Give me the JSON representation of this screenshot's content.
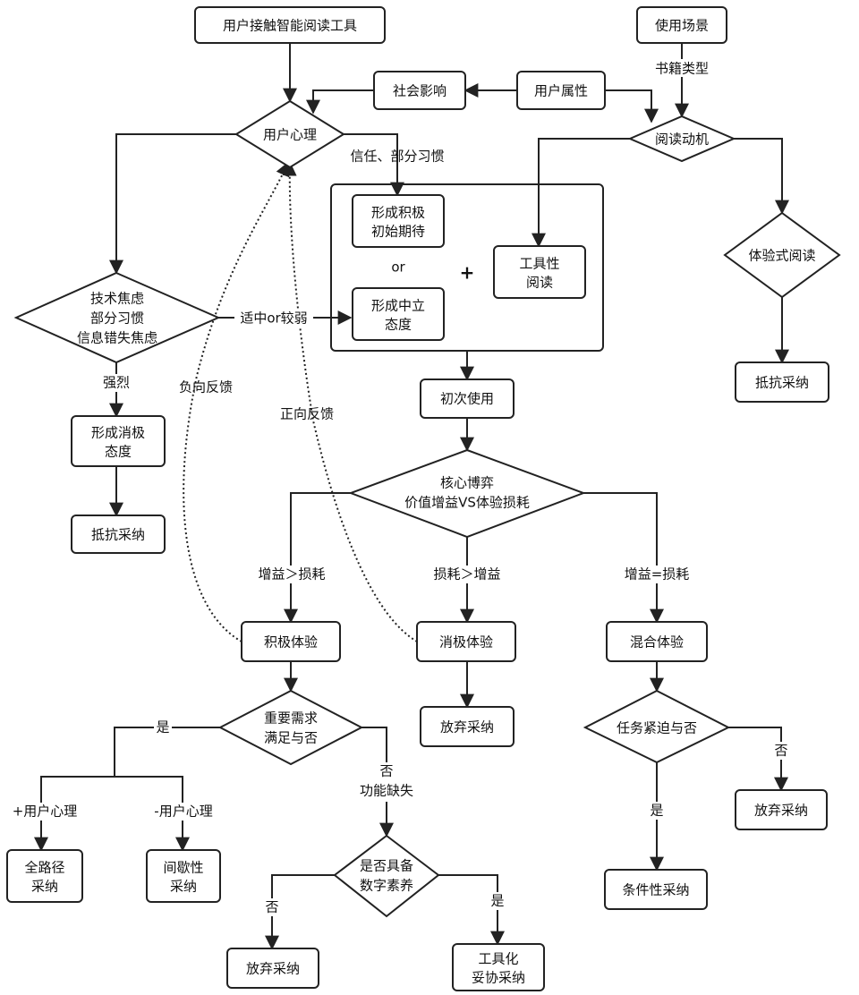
{
  "nodes": {
    "contact_tool": "用户接触智能阅读工具",
    "use_scene": "使用场景",
    "social_influence": "社会影响",
    "user_attr": "用户属性",
    "user_psych": "用户心理",
    "read_motive": "阅读动机",
    "positive_expect": [
      "形成积极",
      "初始期待"
    ],
    "tool_reading": [
      "工具性",
      "阅读"
    ],
    "neutral_attitude": [
      "形成中立",
      "态度"
    ],
    "tech_anxiety": [
      "技术焦虑",
      "部分习惯",
      "信息错失焦虑"
    ],
    "negative_attitude": [
      "形成消极",
      "态度"
    ],
    "resist_left": "抵抗采纳",
    "experiential_reading": "体验式阅读",
    "resist_right": "抵抗采纳",
    "first_use": "初次使用",
    "core_game": [
      "核心博弈",
      "价值增益VS体验损耗"
    ],
    "positive_exp": "积极体验",
    "negative_exp": "消极体验",
    "mixed_exp": "混合体验",
    "abandon_mid": "放弃采纳",
    "important_needs": [
      "重要需求",
      "满足与否"
    ],
    "task_urgent": "任务紧迫与否",
    "abandon_right": "放弃采纳",
    "full_adopt": [
      "全路径",
      "采纳"
    ],
    "intermittent_adopt": [
      "间歇性",
      "采纳"
    ],
    "digital_literacy": [
      "是否具备",
      "数字素养"
    ],
    "conditional_adopt": "条件性采纳",
    "abandon_bottom": "放弃采纳",
    "tool_compromise": [
      "工具化",
      "妥协采纳"
    ]
  },
  "labels": {
    "book_type": "书籍类型",
    "trust_habit": "信任、部分习惯",
    "or": "or",
    "plus": "+",
    "moderate_weak": "适中or较弱",
    "strong": "强烈",
    "negative_feedback": "负向反馈",
    "positive_feedback": "正向反馈",
    "gain_gt_loss": "增益＞损耗",
    "loss_gt_gain": "损耗＞增益",
    "gain_eq_loss": "增益=损耗",
    "yes_left": "是",
    "no_func": [
      "否",
      "功能缺失"
    ],
    "plus_psych": "+用户心理",
    "minus_psych": "-用户心理",
    "no_right": "否",
    "yes_mid": "是",
    "no_bottom": "否",
    "yes_bottom": "是"
  }
}
